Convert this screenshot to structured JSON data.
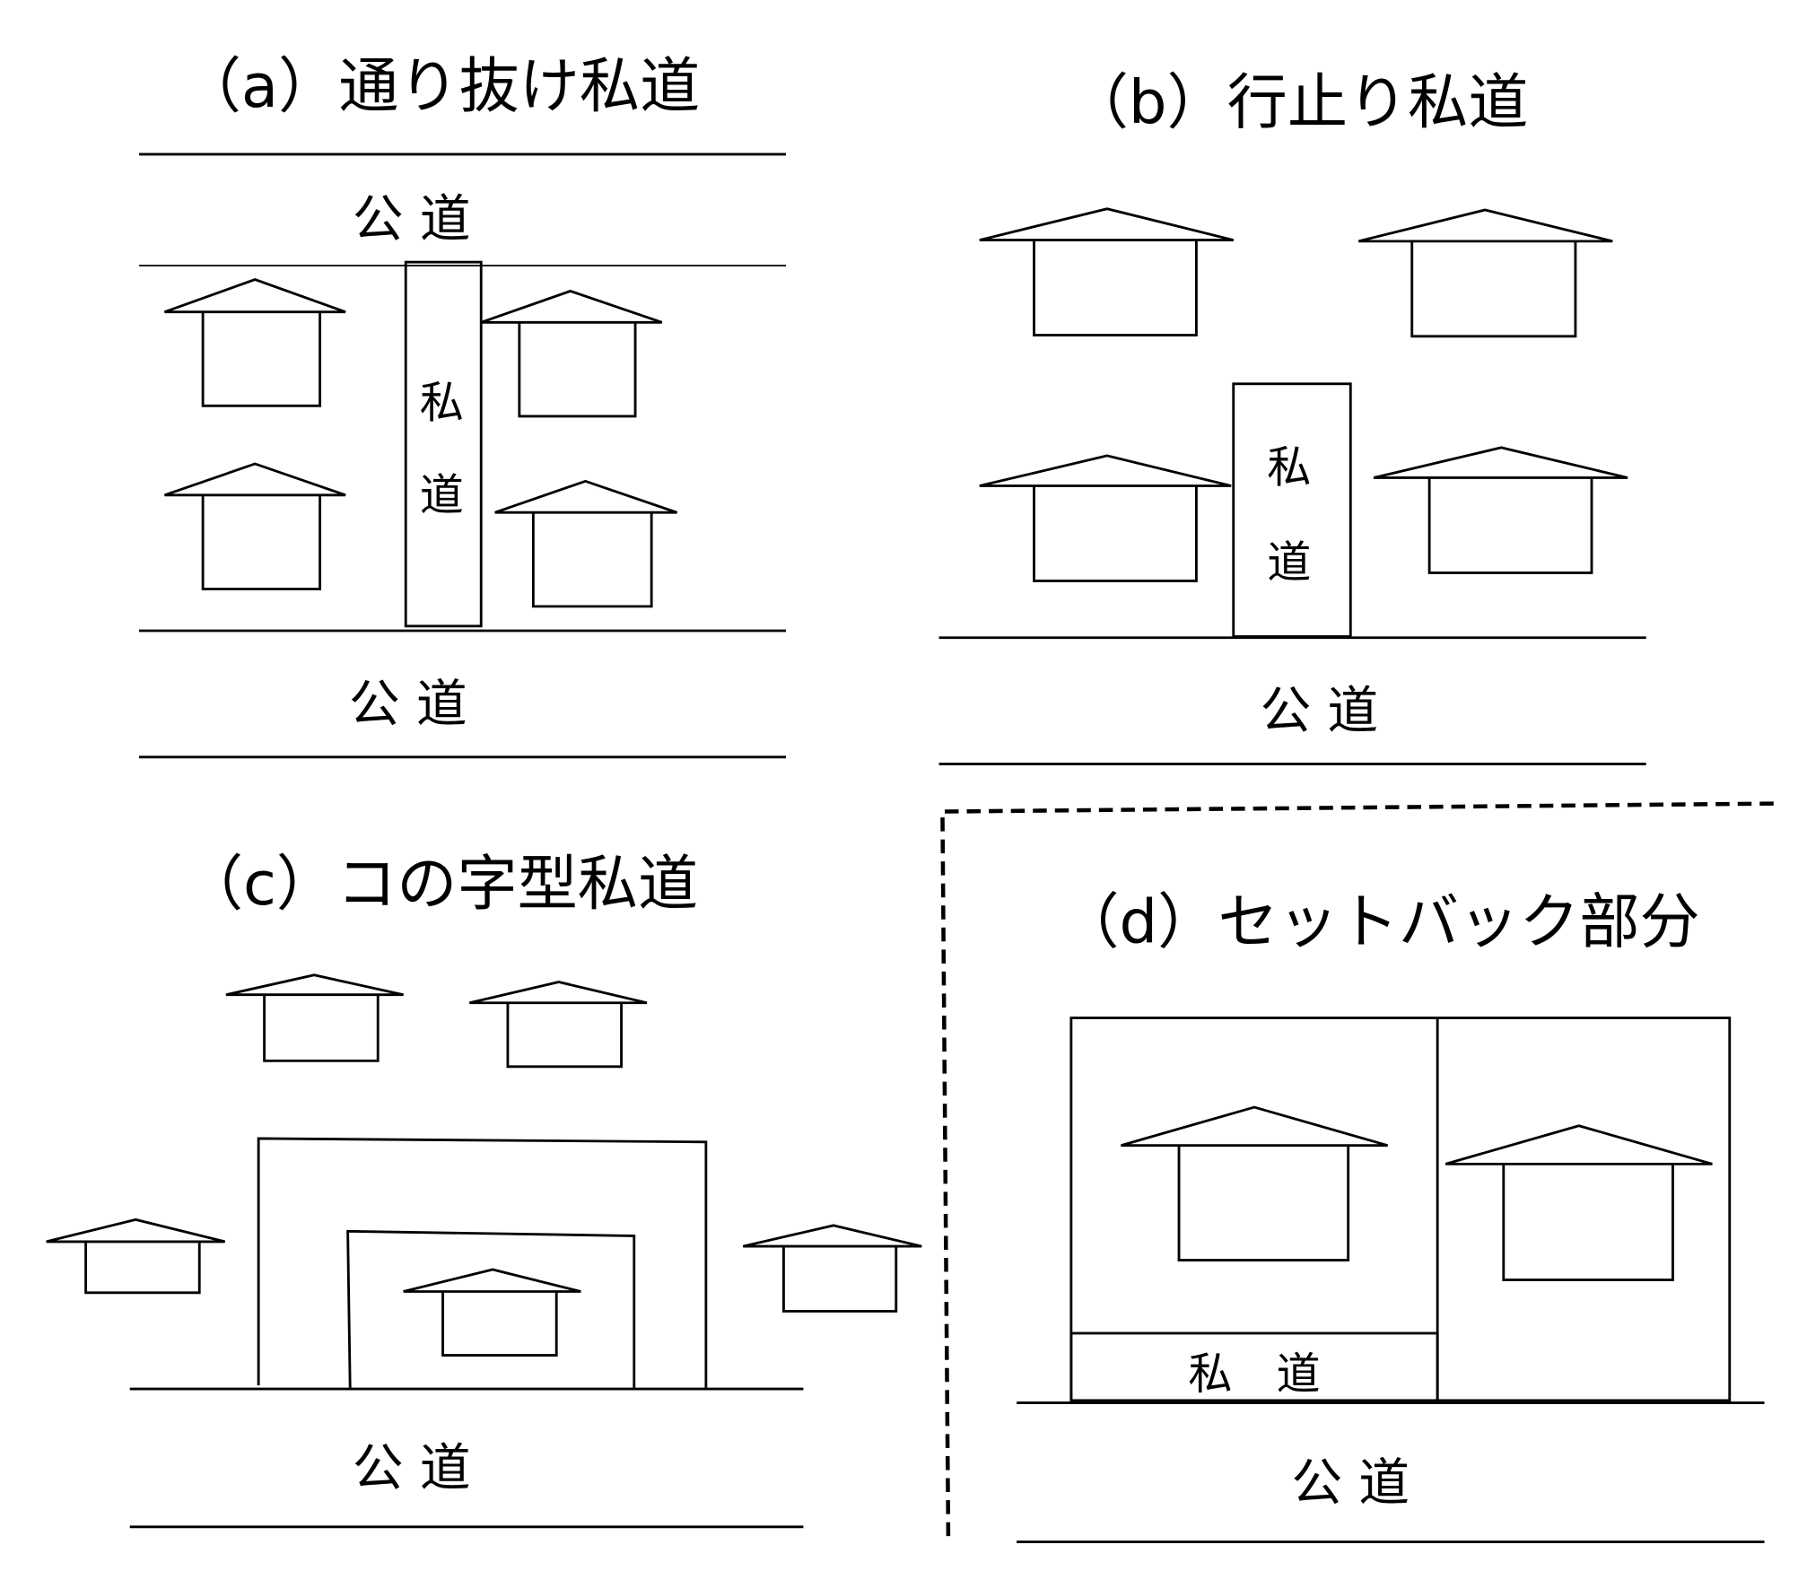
{
  "panels": {
    "a": {
      "title": "（a）通り抜け私道",
      "public_road_top": "公 道",
      "public_road_bottom": "公 道",
      "private_road_1": "私",
      "private_road_2": "道"
    },
    "b": {
      "title": "（b）行止り私道",
      "public_road": "公 道",
      "private_road_1": "私",
      "private_road_2": "道"
    },
    "c": {
      "title": "（c）コの字型私道",
      "public_road": "公 道"
    },
    "d": {
      "title": "（d）セットバック部分",
      "public_road": "公 道",
      "private_road": "私　道"
    }
  }
}
